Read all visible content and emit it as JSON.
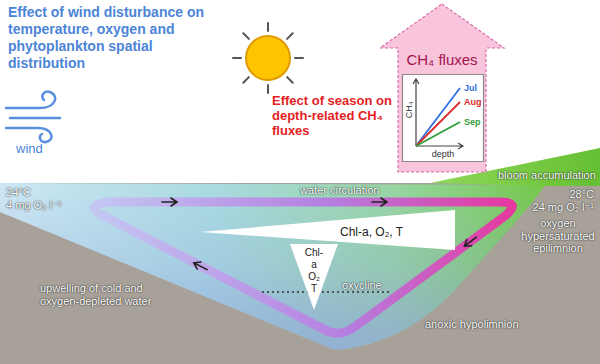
{
  "diagram": {
    "title": "Effect of wind disturbance on temperature, oxygen and phytoplankton spatial distribution",
    "nodes": [
      {
        "text": [
          "CH₄ fluxes"
        ]
      },
      {
        "text": [
          "CH₄",
          "depth",
          "Jul",
          "Aug",
          "Sep"
        ],
        "in": 0
      },
      {
        "text": [
          "Chl-a, O₂, T"
        ]
      },
      {
        "text": [
          "Chl-a O₂ T"
        ]
      }
    ],
    "labels": [
      "wind",
      "water circulation",
      "bloom accumulation",
      "24°C",
      "4 mg O₂ l⁻¹",
      "28°C",
      "24 mg O₂ l⁻¹",
      "oxygen hypersaturated epilimnion",
      "upwelling of cold and oxygen-depleted water",
      "oxycline",
      "anoxic hypolimnion",
      "Effect of season on depth-related CH₄ fluxes"
    ]
  }
}
